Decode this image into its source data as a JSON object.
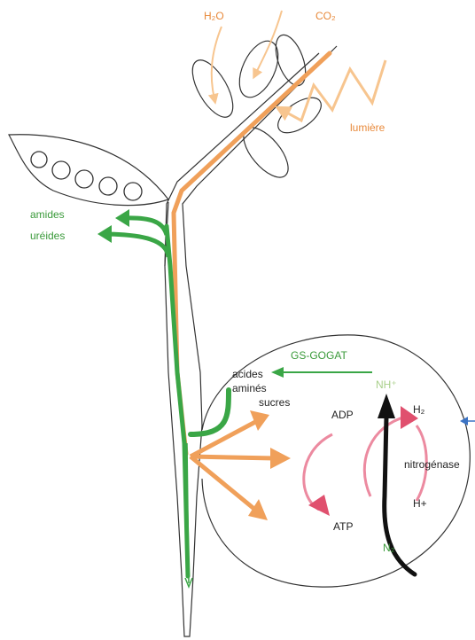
{
  "labels": {
    "h2o": "H₂O",
    "co2": "CO₂",
    "lumiere": "lumière",
    "amides": "amides",
    "ureides": "uréides",
    "gs_gogat": "GS-GOGAT",
    "acides": "acides",
    "amines": "aminés",
    "sucres": "sucres",
    "nh": "NH⁺",
    "adp": "ADP",
    "atp": "ATP",
    "h2": "H₂",
    "nitrogenase": "nitrogénase",
    "hplus": "H+",
    "n2": "N₂"
  },
  "colors": {
    "orange": "#f0a05a",
    "orange_light": "#f7c58f",
    "green": "#3aa646",
    "pink": "#e0506e",
    "pink_light": "#ec8aa0",
    "black": "#111111",
    "blue": "#3b73c4",
    "outline": "#333333"
  }
}
